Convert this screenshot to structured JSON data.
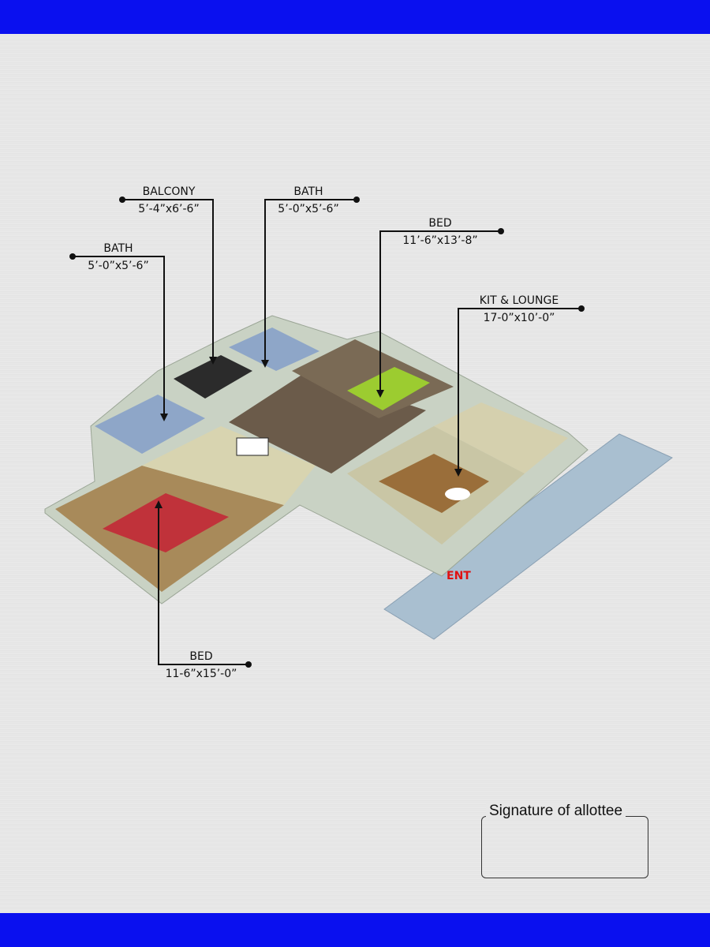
{
  "labels": {
    "balcony": {
      "title": "BALCONY",
      "dims": "5’-4”x6’-6”"
    },
    "bath_center": {
      "title": "BATH",
      "dims": "5’-0”x5’-6”"
    },
    "bath_left": {
      "title": "BATH",
      "dims": "5’-0”x5’-6”"
    },
    "bed_top": {
      "title": "BED",
      "dims": "11’-6”x13’-8”"
    },
    "kitchen_lounge": {
      "title": "KIT & LOUNGE",
      "dims": "17-0”x10’-0”"
    },
    "bed_bottom": {
      "title": "BED",
      "dims": "11-6”x15’-0”"
    }
  },
  "entrance_label": "ENT",
  "signature": {
    "label": "Signature of allottee"
  },
  "colors": {
    "bar": "#0a10ef",
    "entrance": "#e01010"
  }
}
